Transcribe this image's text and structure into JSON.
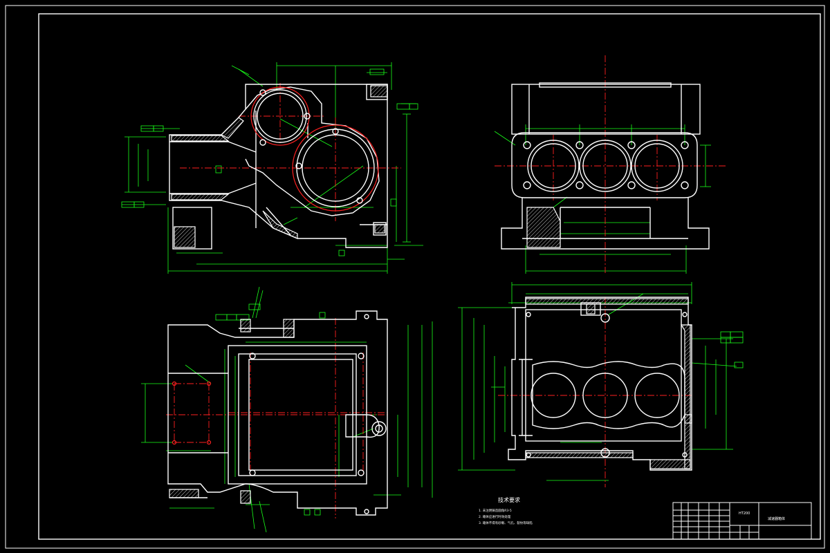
{
  "tech_requirements": {
    "title": "技术要求",
    "items": [
      "1. 未注明铸造圆角R3-5",
      "2. 箱体应进行时效处理",
      "3. 箱体不得有砂眼、气孔、裂纹等缺陷"
    ]
  },
  "title_block": {
    "material": "HT200",
    "part_name": "减速器箱体"
  },
  "colors": {
    "background": "#000000",
    "outline": "#ffffff",
    "dimension": "#19ff19",
    "centerline": "#ff2020",
    "note_text": "#ffff40"
  }
}
